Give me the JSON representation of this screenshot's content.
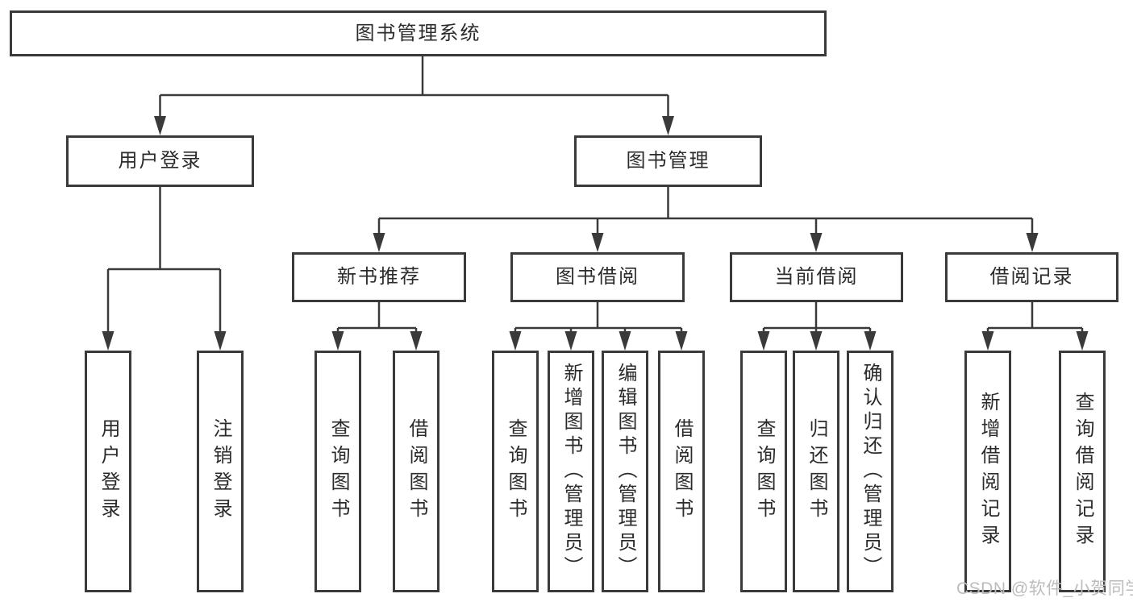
{
  "tree": {
    "label": "图书管理系统",
    "children": [
      {
        "label": "用户登录",
        "children": [
          {
            "label": "用户登录"
          },
          {
            "label": "注销登录"
          }
        ]
      },
      {
        "label": "图书管理",
        "children": [
          {
            "label": "新书推荐",
            "children": [
              {
                "label": "查询图书"
              },
              {
                "label": "借阅图书"
              }
            ]
          },
          {
            "label": "图书借阅",
            "children": [
              {
                "label": "查询图书"
              },
              {
                "label": "新增图书（管理员）"
              },
              {
                "label": "编辑图书（管理员）"
              },
              {
                "label": "借阅图书"
              }
            ]
          },
          {
            "label": "当前借阅",
            "children": [
              {
                "label": "查询图书"
              },
              {
                "label": "归还图书"
              },
              {
                "label": "确认归还（管理员）"
              }
            ]
          },
          {
            "label": "借阅记录",
            "children": [
              {
                "label": "新增借阅记录"
              },
              {
                "label": "查询借阅记录"
              }
            ]
          }
        ]
      }
    ]
  },
  "watermark": {
    "text": "CSDN @软件_小贺同学"
  },
  "colors": {
    "line": "#3a3a3a",
    "text": "#2b2b2b",
    "watermark": "#bcbcbc",
    "background": "#ffffff"
  }
}
